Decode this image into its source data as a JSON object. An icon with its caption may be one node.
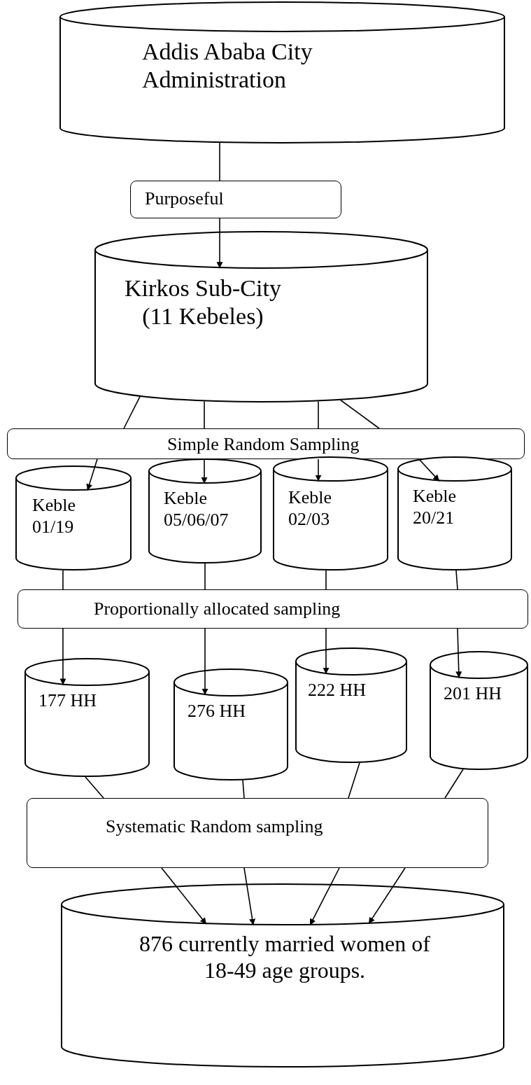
{
  "diagram": {
    "nodes": [
      {
        "text": [
          "Addis Ababa City Administration"
        ]
      },
      {
        "text": [
          "Purposeful"
        ]
      },
      {
        "text": [
          "Kirkos Sub-City (11 Kebeles)"
        ]
      },
      {
        "text": [
          "Simple Random Sampling"
        ]
      },
      {
        "text": [
          "Keble 01/19"
        ]
      },
      {
        "text": [
          "Keble 05/06/07"
        ]
      },
      {
        "text": [
          "Keble 02/03"
        ]
      },
      {
        "text": [
          "Keble 20/21"
        ]
      },
      {
        "text": [
          "Proportionally allocated sampling"
        ]
      },
      {
        "text": [
          "177 HH"
        ]
      },
      {
        "text": [
          "276 HH"
        ]
      },
      {
        "text": [
          "222 HH"
        ]
      },
      {
        "text": [
          "201 HH"
        ]
      },
      {
        "text": [
          "Systematic Random sampling"
        ]
      },
      {
        "text": [
          "876 currently married women of 18-49 age groups."
        ]
      }
    ],
    "edges": [
      {
        "from": 0,
        "to": 1,
        "arrow": "none"
      },
      {
        "from": 1,
        "to": 2,
        "arrow": "to"
      },
      {
        "from": 2,
        "to": 3,
        "arrow": "none"
      },
      {
        "from": 2,
        "to": 3,
        "arrow": "none"
      },
      {
        "from": 2,
        "to": 3,
        "arrow": "none"
      },
      {
        "from": 2,
        "to": 3,
        "arrow": "none"
      },
      {
        "from": 3,
        "to": 4,
        "arrow": "to"
      },
      {
        "from": 3,
        "to": 5,
        "arrow": "to"
      },
      {
        "from": 3,
        "to": 6,
        "arrow": "to"
      },
      {
        "from": 3,
        "to": 7,
        "arrow": "to"
      },
      {
        "from": 4,
        "to": 8,
        "arrow": "none"
      },
      {
        "from": 5,
        "to": 8,
        "arrow": "none"
      },
      {
        "from": 6,
        "to": 8,
        "arrow": "none"
      },
      {
        "from": 7,
        "to": 8,
        "arrow": "none"
      },
      {
        "from": 8,
        "to": 9,
        "arrow": "to"
      },
      {
        "from": 8,
        "to": 10,
        "arrow": "to"
      },
      {
        "from": 8,
        "to": 11,
        "arrow": "to"
      },
      {
        "from": 8,
        "to": 12,
        "arrow": "to"
      },
      {
        "from": 9,
        "to": 13,
        "arrow": "none"
      },
      {
        "from": 10,
        "to": 13,
        "arrow": "none"
      },
      {
        "from": 11,
        "to": 13,
        "arrow": "none"
      },
      {
        "from": 12,
        "to": 13,
        "arrow": "none"
      },
      {
        "from": 13,
        "to": 14,
        "arrow": "to"
      },
      {
        "from": 13,
        "to": 14,
        "arrow": "to"
      },
      {
        "from": 13,
        "to": 14,
        "arrow": "to"
      },
      {
        "from": 13,
        "to": 14,
        "arrow": "to"
      }
    ]
  }
}
